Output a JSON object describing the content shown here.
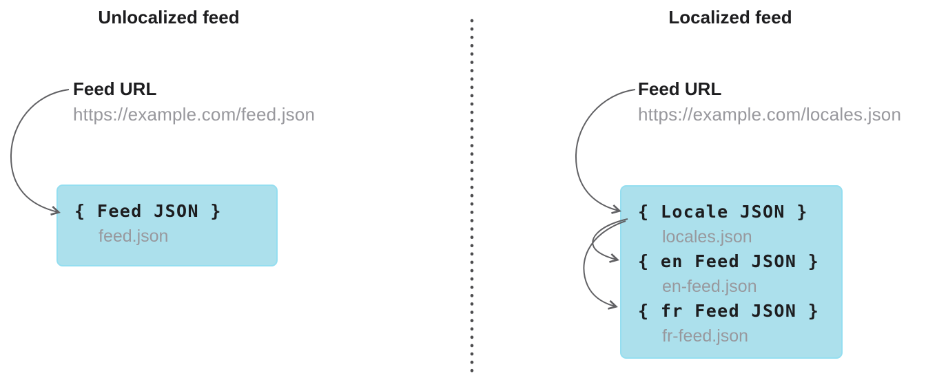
{
  "panels": {
    "left": {
      "title": "Unlocalized feed",
      "feed_url_label": "Feed URL",
      "feed_url": "https://example.com/feed.json",
      "box": {
        "entries": [
          {
            "json_label": "{ Feed JSON }",
            "filename": "feed.json"
          }
        ]
      }
    },
    "right": {
      "title": "Localized feed",
      "feed_url_label": "Feed URL",
      "feed_url": "https://example.com/locales.json",
      "box": {
        "entries": [
          {
            "json_label": "{ Locale JSON }",
            "filename": "locales.json"
          },
          {
            "json_label": "{ en Feed JSON }",
            "filename": "en-feed.json"
          },
          {
            "json_label": "{ fr Feed JSON }",
            "filename": "fr-feed.json"
          }
        ]
      }
    }
  },
  "icons": {
    "arrowhead": "open-chevron-right"
  },
  "colors": {
    "background": "#ffffff",
    "text_primary": "#1d1d1f",
    "text_secondary": "#98989d",
    "box_fill": "#ace0ec",
    "box_border": "#94def0",
    "arrow": "#606063",
    "divider_dot": "#4c4c4e"
  }
}
